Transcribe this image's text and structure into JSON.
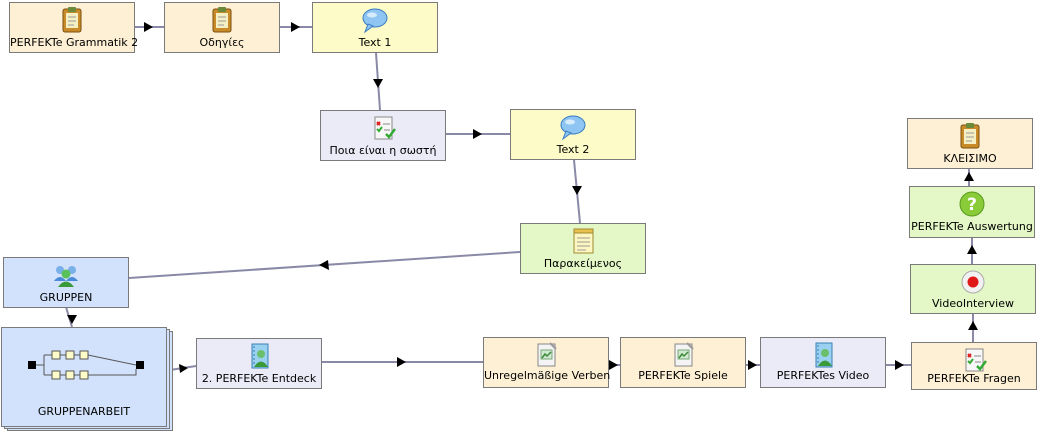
{
  "nodes": {
    "grammatik": {
      "label": "PERFEKTe Grammatik 2",
      "icon": "clipboard-icon"
    },
    "odigies": {
      "label": "Οδηγίες",
      "icon": "clipboard-icon"
    },
    "text1": {
      "label": "Text 1",
      "icon": "speech-bubble-icon"
    },
    "quiz": {
      "label": "Ποια είναι η σωστή",
      "icon": "checklist-icon"
    },
    "text2": {
      "label": "Text 2",
      "icon": "speech-bubble-icon"
    },
    "parakeimenos": {
      "label": "Παρακείμενος",
      "icon": "notepad-icon"
    },
    "gruppen": {
      "label": "GRUPPEN",
      "icon": "group-users-icon"
    },
    "gruppenarbeit": {
      "label": "GRUPPENARBEIT",
      "icon": "branching-icon"
    },
    "entdeck": {
      "label": "2. PERFEKTe Entdeck",
      "icon": "notebook-user-icon"
    },
    "verben": {
      "label": "Unregelmäßige Verben",
      "icon": "image-document-icon"
    },
    "spiele": {
      "label": "PERFEKTe Spiele",
      "icon": "image-document-icon"
    },
    "video": {
      "label": "PERFEKTes Video",
      "icon": "notebook-user-icon"
    },
    "fragen": {
      "label": "PERFEKTe Fragen",
      "icon": "checklist-icon"
    },
    "videointerview": {
      "label": "VideoInterview",
      "icon": "record-icon"
    },
    "auswertung": {
      "label": "PERFEKTe Auswertung",
      "icon": "question-icon"
    },
    "kleisimo": {
      "label": "ΚΛΕΙΣΙΜΟ",
      "icon": "clipboard-icon"
    }
  },
  "colors": {
    "tan": "#fdf0d4",
    "yellow": "#fdfcc8",
    "lavender": "#ebebf8",
    "green": "#e4f7c6",
    "blue": "#d2e2fc",
    "connector": "#8a8aa8",
    "arrowhead": "#000000"
  }
}
